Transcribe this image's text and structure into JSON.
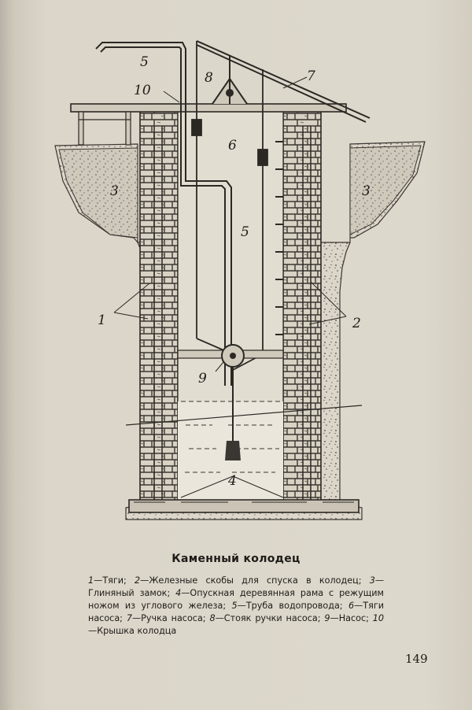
{
  "figure": {
    "labels": {
      "l1": "1",
      "l2": "2",
      "l3a": "3",
      "l3b": "3",
      "l4": "4",
      "l5a": "5",
      "l5b": "5",
      "l6": "6",
      "l7": "7",
      "l8": "8",
      "l9": "9",
      "l10": "10"
    }
  },
  "caption": {
    "title": "Каменный колодец"
  },
  "legend": {
    "items": [
      {
        "num": "1",
        "text": "Тяги;"
      },
      {
        "num": "2",
        "text": "Железные скобы для спуска в колодец;"
      },
      {
        "num": "3",
        "text": "Глиняный замок;"
      },
      {
        "num": "4",
        "text": "Опускная деревянная рама с режущим ножом из углового железа;"
      },
      {
        "num": "5",
        "text": "Труба водопровода;"
      },
      {
        "num": "6",
        "text": "Тяги насоса;"
      },
      {
        "num": "7",
        "text": "Ручка насоса;"
      },
      {
        "num": "8",
        "text": "Стояк ручки насоса;"
      },
      {
        "num": "9",
        "text": "Насос;"
      },
      {
        "num": "10",
        "text": "Крышка колодца"
      }
    ]
  },
  "page_number": "149"
}
